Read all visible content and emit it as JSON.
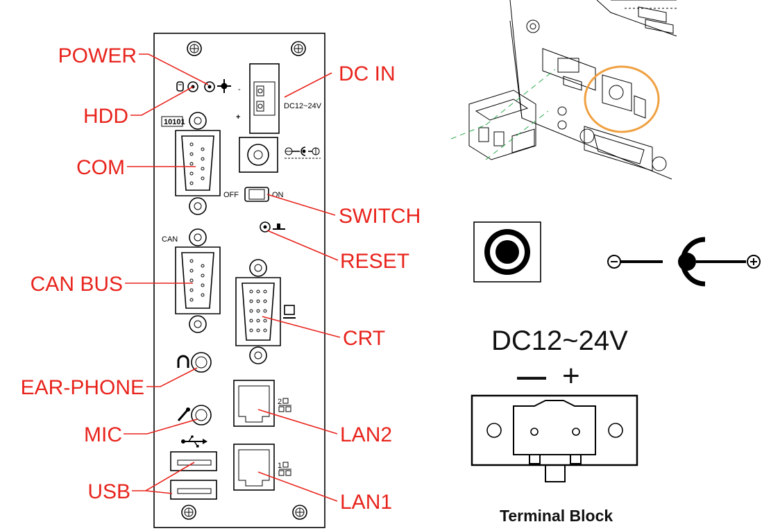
{
  "callouts": {
    "power": "POWER",
    "dc_in": "DC IN",
    "hdd": "HDD",
    "com": "COM",
    "switch": "SWITCH",
    "reset": "RESET",
    "can_bus": "CAN BUS",
    "crt": "CRT",
    "ear_phone": "EAR-PHONE",
    "mic": "MIC",
    "lan2": "LAN2",
    "usb": "USB",
    "lan1": "LAN1"
  },
  "panel_text": {
    "dc_rating_small": "DC12~24V",
    "com_port_marking": "10101",
    "can_port_marking": "CAN",
    "switch_off": "OFF",
    "switch_on": "ON",
    "dc_minus": "-",
    "dc_plus": "+",
    "lan2_index": "2",
    "lan1_index": "1"
  },
  "detail": {
    "dc_rating": "DC12~24V",
    "minus_sign": "—",
    "plus_sign": "+",
    "terminal_block_label": "Terminal Block"
  },
  "colors": {
    "callout": "#e8231c",
    "highlight_ring": "#f0a040",
    "ink": "#000000"
  },
  "icons": [
    "hdd-icon",
    "power-icon",
    "usb-icon",
    "headphone-icon",
    "microphone-icon",
    "monitor-icon",
    "network-icon",
    "reset-icon",
    "dc-polarity-icon",
    "screw-icon"
  ]
}
